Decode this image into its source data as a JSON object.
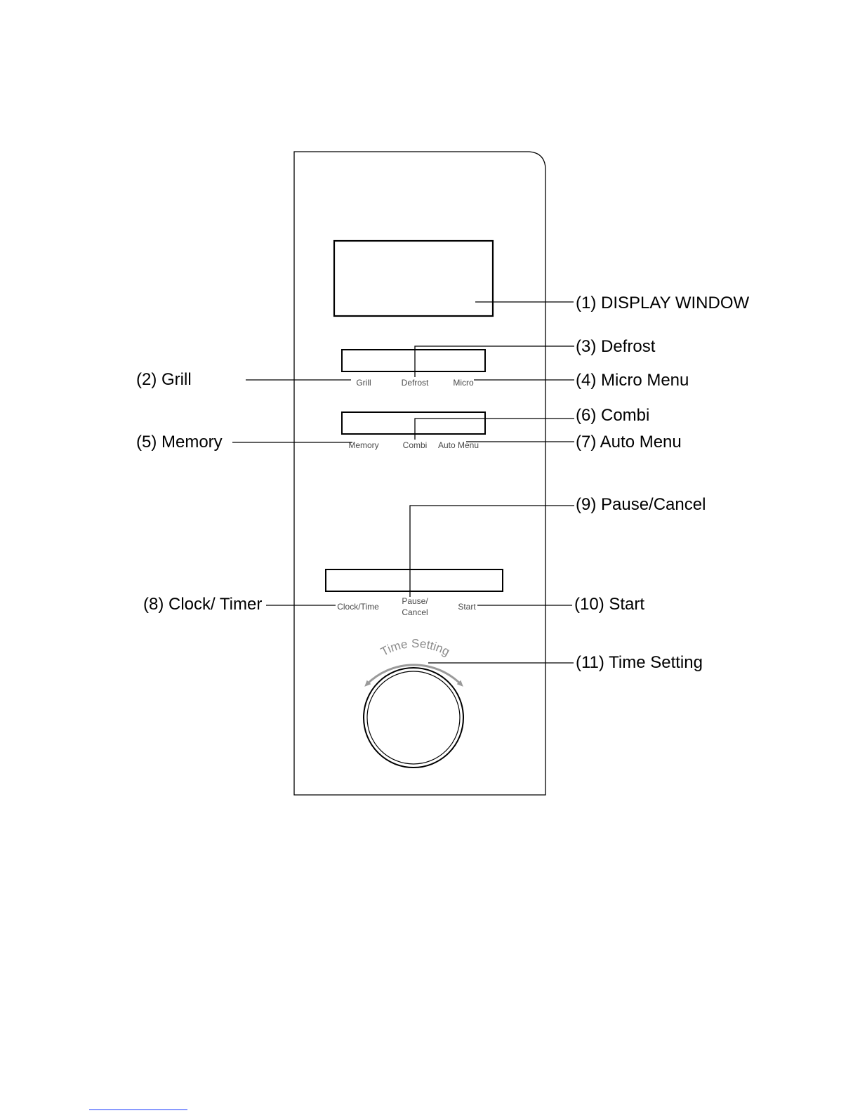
{
  "panel": {
    "buttons_row1": [
      "Grill",
      "Defrost",
      "Micro"
    ],
    "buttons_row2": [
      "Memory",
      "Combi",
      "Auto Menu"
    ],
    "buttons_row3": {
      "left": "Clock/Time",
      "middle_line1": "Pause/",
      "middle_line2": "Cancel",
      "right": "Start"
    },
    "knob_label": "Time Setting"
  },
  "callouts": {
    "display_window": "(1) DISPLAY  WINDOW",
    "grill": "(2) Grill",
    "defrost": "(3) Defrost",
    "micro_menu": "(4) Micro Menu",
    "memory": "(5) Memory",
    "combi": "(6) Combi",
    "auto_menu": "(7) Auto Menu",
    "clock_timer": "(8) Clock/ Timer",
    "pause_cancel": "(9) Pause/Cancel",
    "start": "(10) Start",
    "time_setting": "(11) Time Setting"
  },
  "colors": {
    "line": "#000000",
    "panel_label": "#4a4a4a",
    "arc": "#9a9a9a",
    "footer_rule": "#1a3cff"
  }
}
